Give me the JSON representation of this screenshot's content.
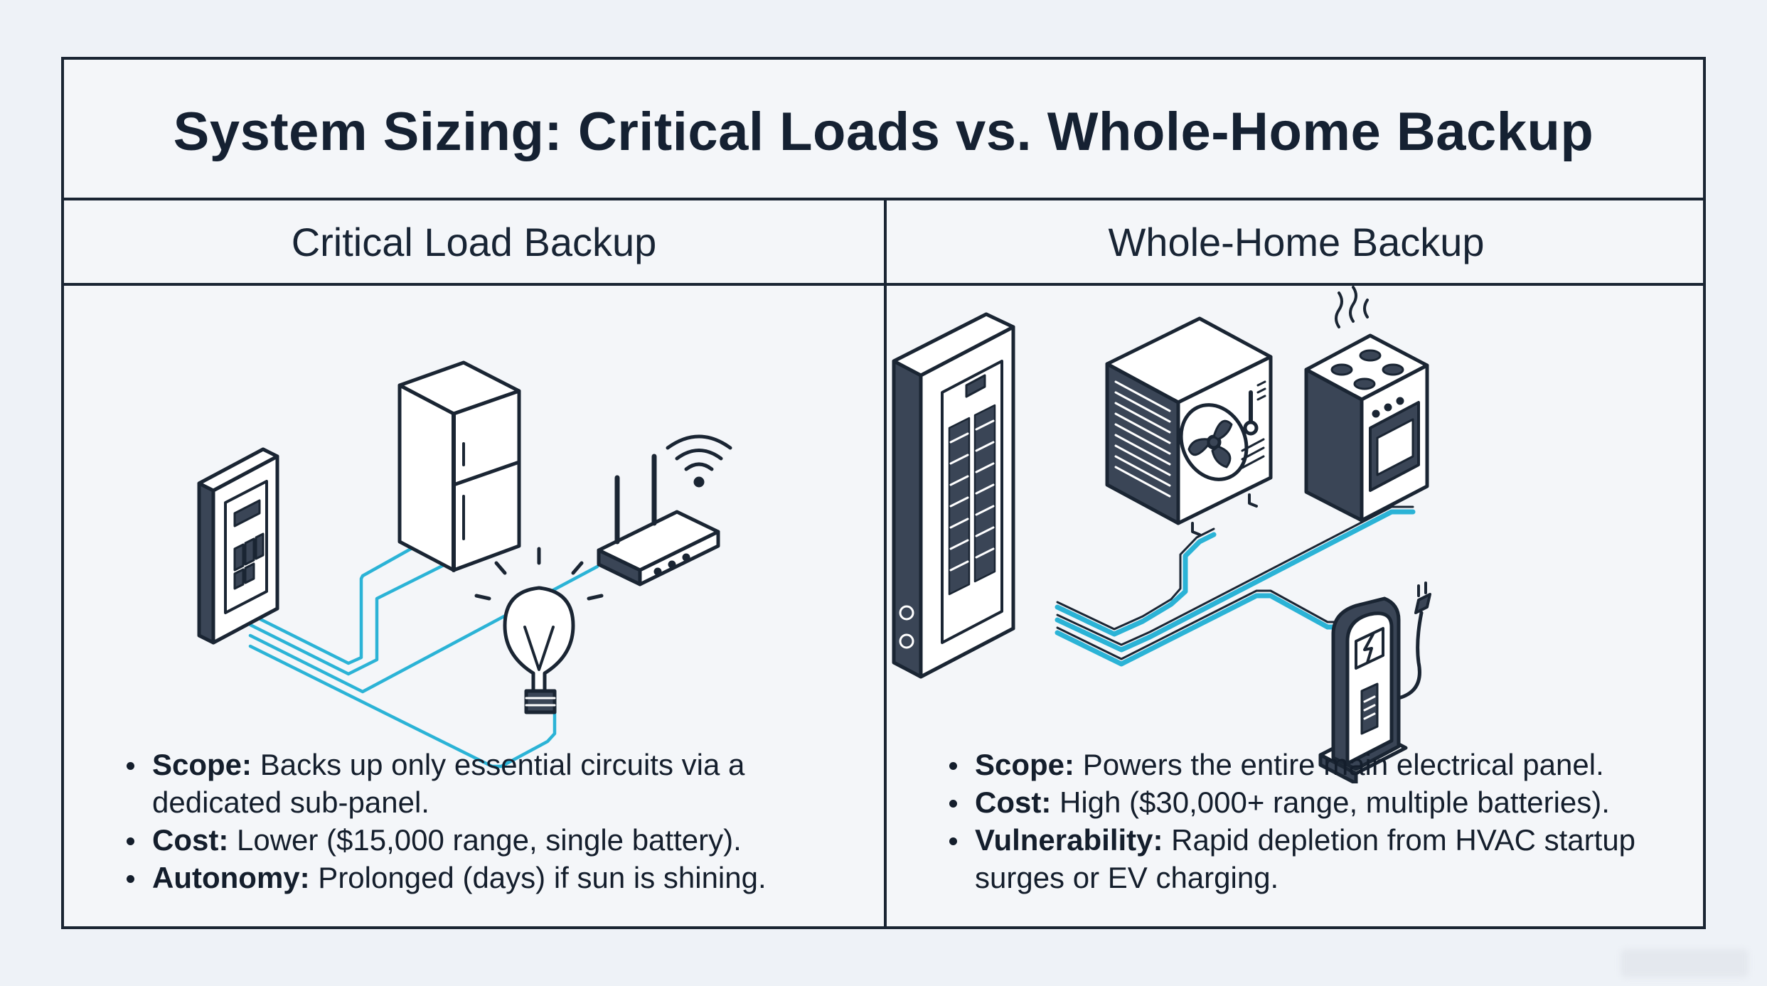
{
  "title": "System Sizing: Critical Loads vs. Whole-Home Backup",
  "colors": {
    "outline": "#1a2533",
    "wire": "#2bb3d6",
    "device_dark": "#3a4556",
    "device_light": "#ffffff"
  },
  "columns": [
    {
      "heading": "Critical Load Backup",
      "icons": [
        "sub-panel-icon",
        "refrigerator-icon",
        "wifi-router-icon",
        "light-bulb-icon"
      ],
      "bullets": [
        {
          "label": "Scope:",
          "text": " Backs up only essential circuits via a dedicated sub-panel."
        },
        {
          "label": "Cost:",
          "text": " Lower ($15,000 range, single battery)."
        },
        {
          "label": "Autonomy:",
          "text": " Prolonged (days) if sun is shining."
        }
      ]
    },
    {
      "heading": "Whole-Home Backup",
      "icons": [
        "main-panel-icon",
        "heat-pump-icon",
        "electric-stove-icon",
        "ev-charger-icon"
      ],
      "bullets": [
        {
          "label": "Scope:",
          "text": " Powers the entire main electrical panel."
        },
        {
          "label": "Cost:",
          "text": " High ($30,000+ range, multiple batteries)."
        },
        {
          "label": "Vulnerability:",
          "text": " Rapid depletion from HVAC startup surges or EV charging."
        }
      ]
    }
  ]
}
